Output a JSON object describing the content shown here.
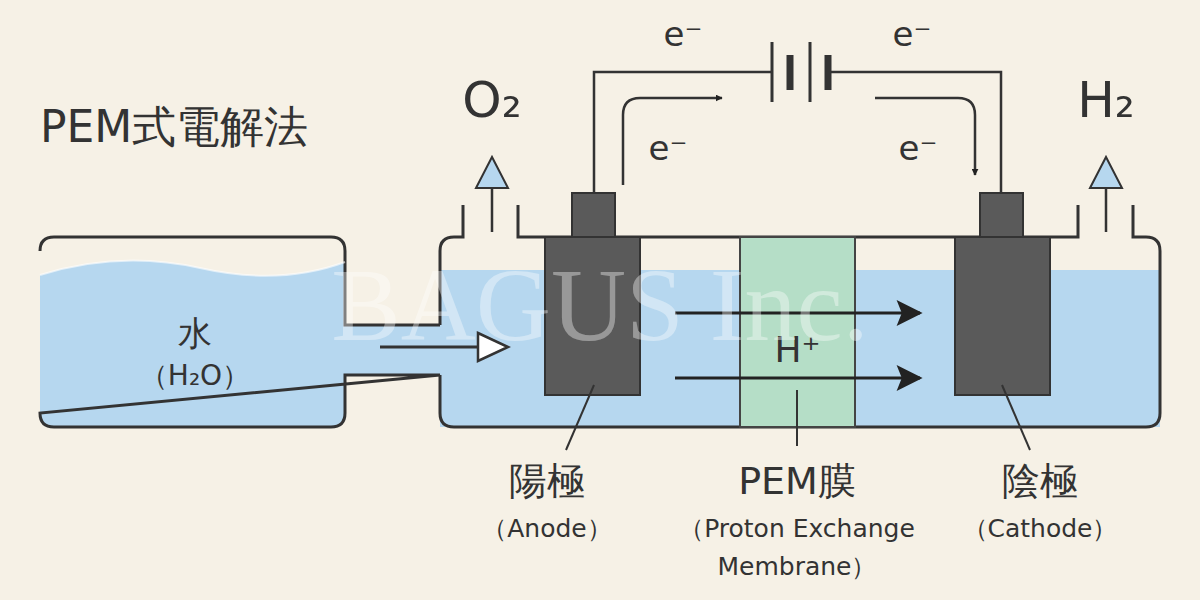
{
  "diagram": {
    "title": "PEM式電解法",
    "nodes": [
      {
        "text": [
          "水",
          "（H₂O）"
        ]
      },
      {
        "text": [
          "H⁺"
        ]
      }
    ],
    "labels": [
      "O₂",
      "H₂",
      "e⁻",
      "e⁻",
      "e⁻",
      "e⁻",
      "陽極",
      "（Anode）",
      "PEM膜",
      "（Proton Exchange Membrane）",
      "陰極",
      "（Cathode）",
      "BAGUS Inc."
    ]
  }
}
